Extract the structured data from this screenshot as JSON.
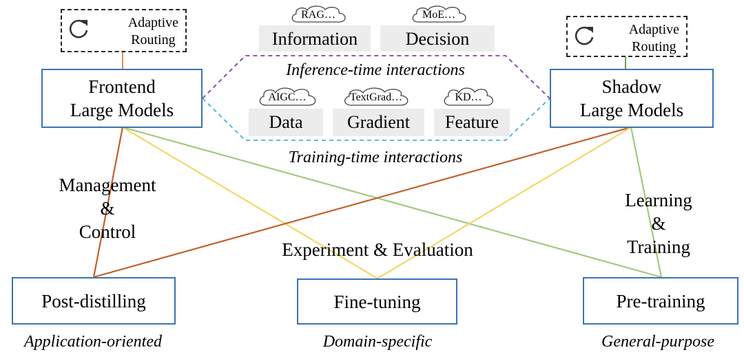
{
  "routing": {
    "left": {
      "line1": "Adaptive",
      "line2": "Routing"
    },
    "right": {
      "line1": "Adaptive",
      "line2": "Routing"
    }
  },
  "models": {
    "frontend": {
      "line1": "Frontend",
      "line2": "Large Models"
    },
    "shadow": {
      "line1": "Shadow",
      "line2": "Large Models"
    }
  },
  "inference": {
    "caption": "Inference-time interactions",
    "items": [
      {
        "tag": "RAG…",
        "label": "Information"
      },
      {
        "tag": "MoE…",
        "label": "Decision"
      }
    ]
  },
  "training": {
    "caption": "Training-time interactions",
    "items": [
      {
        "tag": "AIGC…",
        "label": "Data"
      },
      {
        "tag": "TextGrad…",
        "label": "Gradient"
      },
      {
        "tag": "KD…",
        "label": "Feature"
      }
    ]
  },
  "edges": {
    "management": {
      "line1": "Management",
      "line2": "&",
      "line3": "Control"
    },
    "experiment": "Experiment & Evaluation",
    "learning": {
      "line1": "Learning",
      "line2": "&",
      "line3": "Training"
    }
  },
  "stages": [
    {
      "label": "Post-distilling",
      "caption": "Application-oriented"
    },
    {
      "label": "Fine-tuning",
      "caption": "Domain-specific"
    },
    {
      "label": "Pre-training",
      "caption": "General-purpose"
    }
  ],
  "colors": {
    "box_border": "#3b73b3",
    "orange_line": "#c0602a",
    "yellow_line": "#f5d66b",
    "green_line": "#a3c97f",
    "inference_dash": "#7f3fa6",
    "training_dash": "#3db2e0",
    "tile_fill": "#ececec"
  }
}
